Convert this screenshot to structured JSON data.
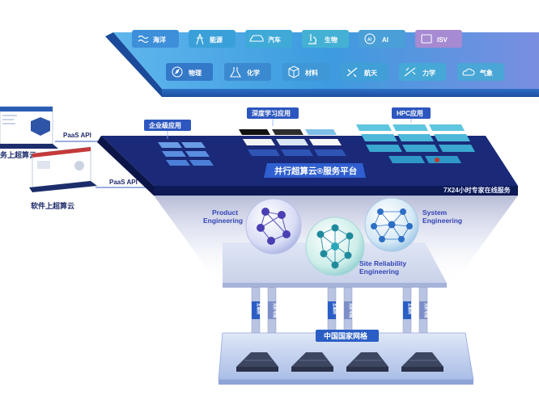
{
  "top_tiles_row1": [
    {
      "label": "海洋",
      "icon": "waves-icon"
    },
    {
      "label": "能源",
      "icon": "power-tower-icon"
    },
    {
      "label": "汽车",
      "icon": "car-icon"
    },
    {
      "label": "生物",
      "icon": "microscope-icon"
    },
    {
      "label": "AI",
      "icon": "ai-chip-icon"
    },
    {
      "label": "ISV",
      "icon": "code-window-icon"
    }
  ],
  "top_tiles_row2": [
    {
      "label": "物理",
      "icon": "compass-icon"
    },
    {
      "label": "化学",
      "icon": "flask-icon"
    },
    {
      "label": "材料",
      "icon": "cube-icon"
    },
    {
      "label": "航天",
      "icon": "satellite-icon"
    },
    {
      "label": "力学",
      "icon": "mechanics-icon"
    },
    {
      "label": "气象",
      "icon": "cloud-sun-icon"
    }
  ],
  "left": {
    "cloud_label_top": "务上超算云",
    "cloud_label_bottom": "软件上超算云",
    "paas_api_top": "PaaS API",
    "paas_api_bottom": "PaaS API"
  },
  "platform": {
    "enterprise_apps": "企业级应用",
    "deep_learning_apps": "深度学习应用",
    "hpc_apps": "HPC应用",
    "title": "并行超算云®服务平台",
    "service_note": "7X24小时专家在线服务",
    "enterprise_tile_texts": [
      "",
      "",
      "",
      "",
      ""
    ]
  },
  "engineering": {
    "product": [
      "Product",
      "Engineering"
    ],
    "system": [
      "System",
      "Engineering"
    ],
    "site": [
      "Site Reliability",
      "Engineering"
    ]
  },
  "network": {
    "connector_labels": [
      "互联网",
      "光纤专线",
      "互联网",
      "光纤专线",
      "互联网",
      "光纤专线"
    ],
    "grid_label": "中国国家网格"
  },
  "colors": {
    "platform_dark": "#1a2a78",
    "tile_blue": "#3b8fd6",
    "tile_purple": "#9a7fc8",
    "teal": "#3dbbd8",
    "accent_text": "#3344b5"
  }
}
